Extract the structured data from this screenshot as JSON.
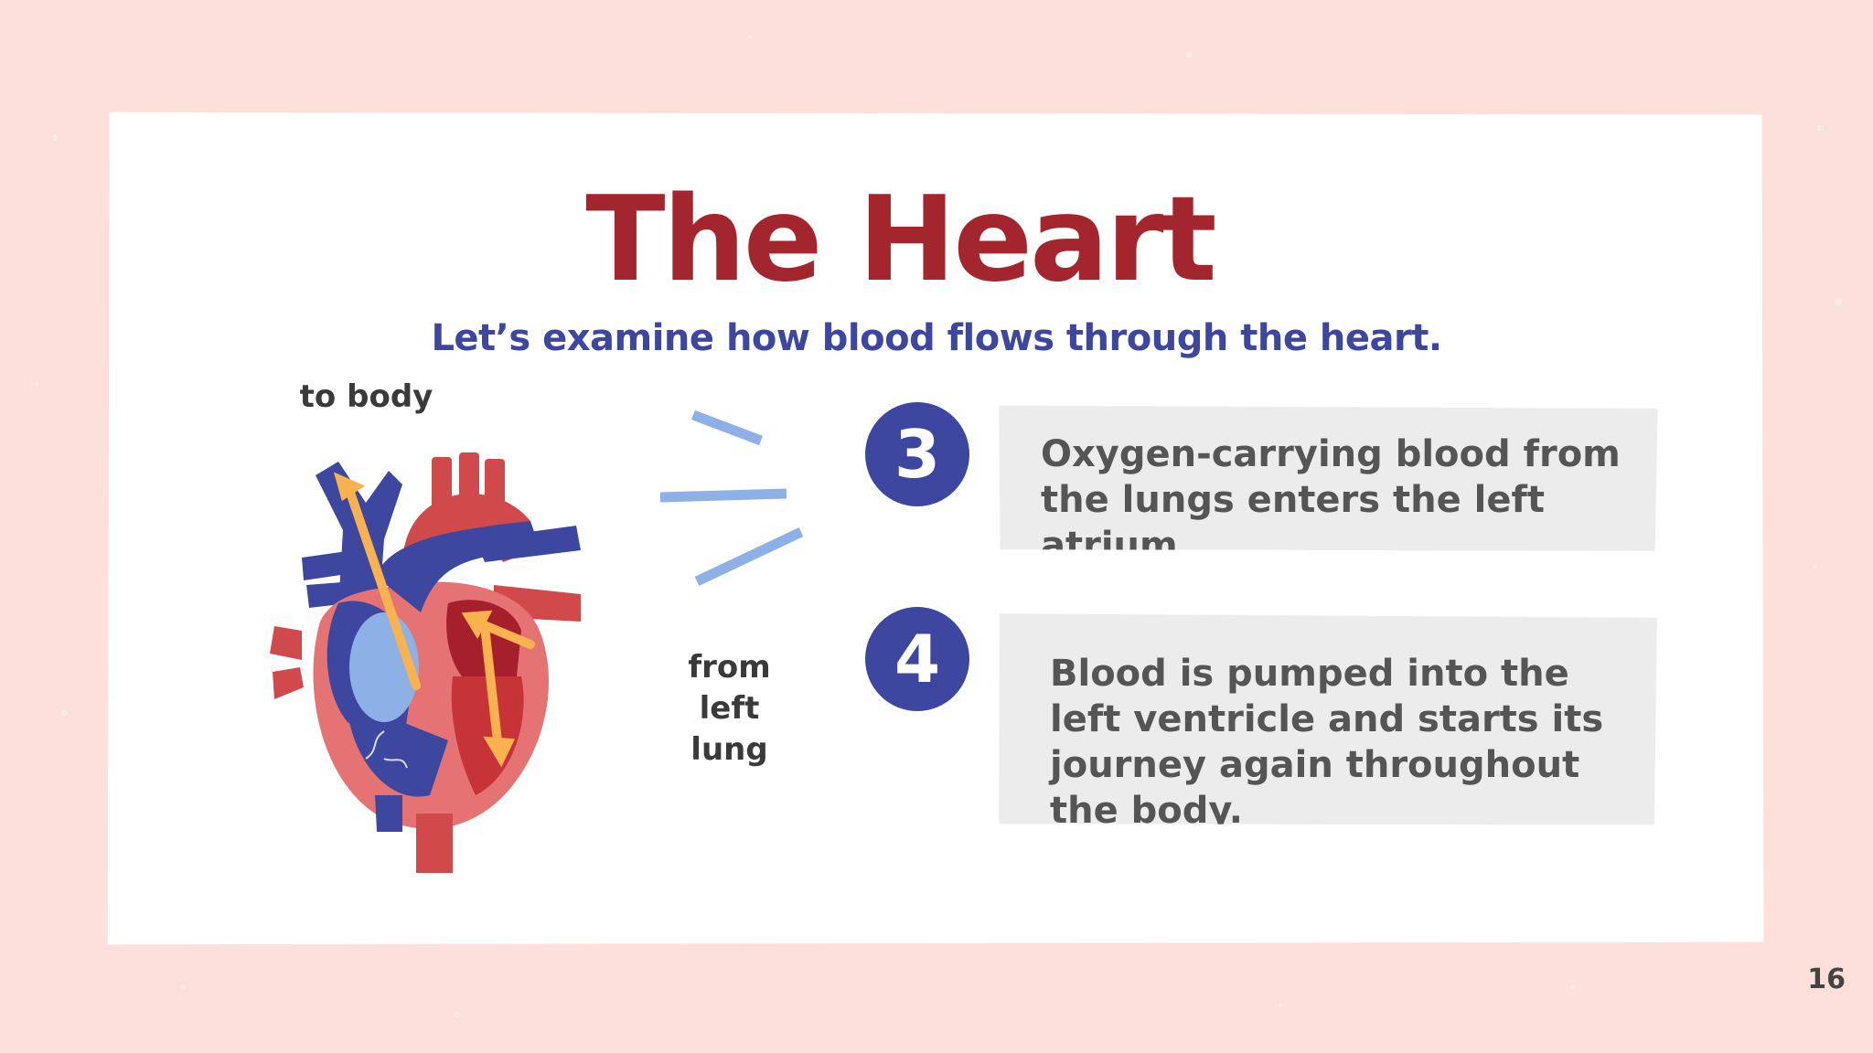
{
  "slide": {
    "title": "The Heart",
    "subtitle": "Let’s examine how blood flows through the heart.",
    "page_number": "16"
  },
  "diagram": {
    "labels": {
      "to_body": "to body",
      "from_left_lung_line1": "from",
      "from_left_lung_line2": "left",
      "from_left_lung_line3": "lung"
    }
  },
  "steps": [
    {
      "number": "3",
      "text": "Oxygen-carrying blood from the lungs enters the left atrium."
    },
    {
      "number": "4",
      "text": "Blood is pumped into the left ventricle and starts its journey again throughout the body."
    }
  ],
  "colors": {
    "title": "#a3262f",
    "subtitle": "#3d47a0",
    "badge": "#3d47a0",
    "background": "#fde0d9",
    "arrows": "#f9b24e",
    "rays": "#8db1e6"
  }
}
